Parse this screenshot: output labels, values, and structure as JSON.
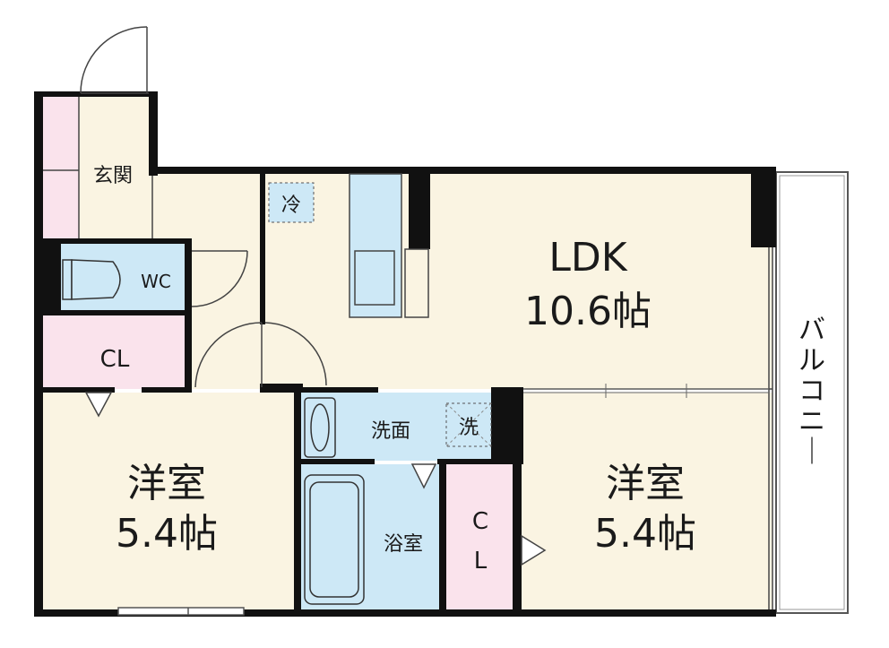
{
  "colors": {
    "floor": "#faf4e2",
    "wet": "#cde8f6",
    "closet": "#fae3ec",
    "wall": "#111111",
    "line": "#333333"
  },
  "rooms": {
    "entrance": "玄関",
    "toilet": "WC",
    "closet_hall": "CL",
    "ldk_name": "LDK",
    "ldk_size": "10.6帖",
    "western_left_name": "洋室",
    "western_left_size": "5.4帖",
    "western_right_name": "洋室",
    "western_right_size": "5.4帖",
    "washroom": "洗面",
    "bathroom": "浴室",
    "closet_mid_c": "C",
    "closet_mid_l": "L",
    "balcony": "バルコニー"
  },
  "fixtures": {
    "fridge": "冷",
    "washer": "洗"
  }
}
